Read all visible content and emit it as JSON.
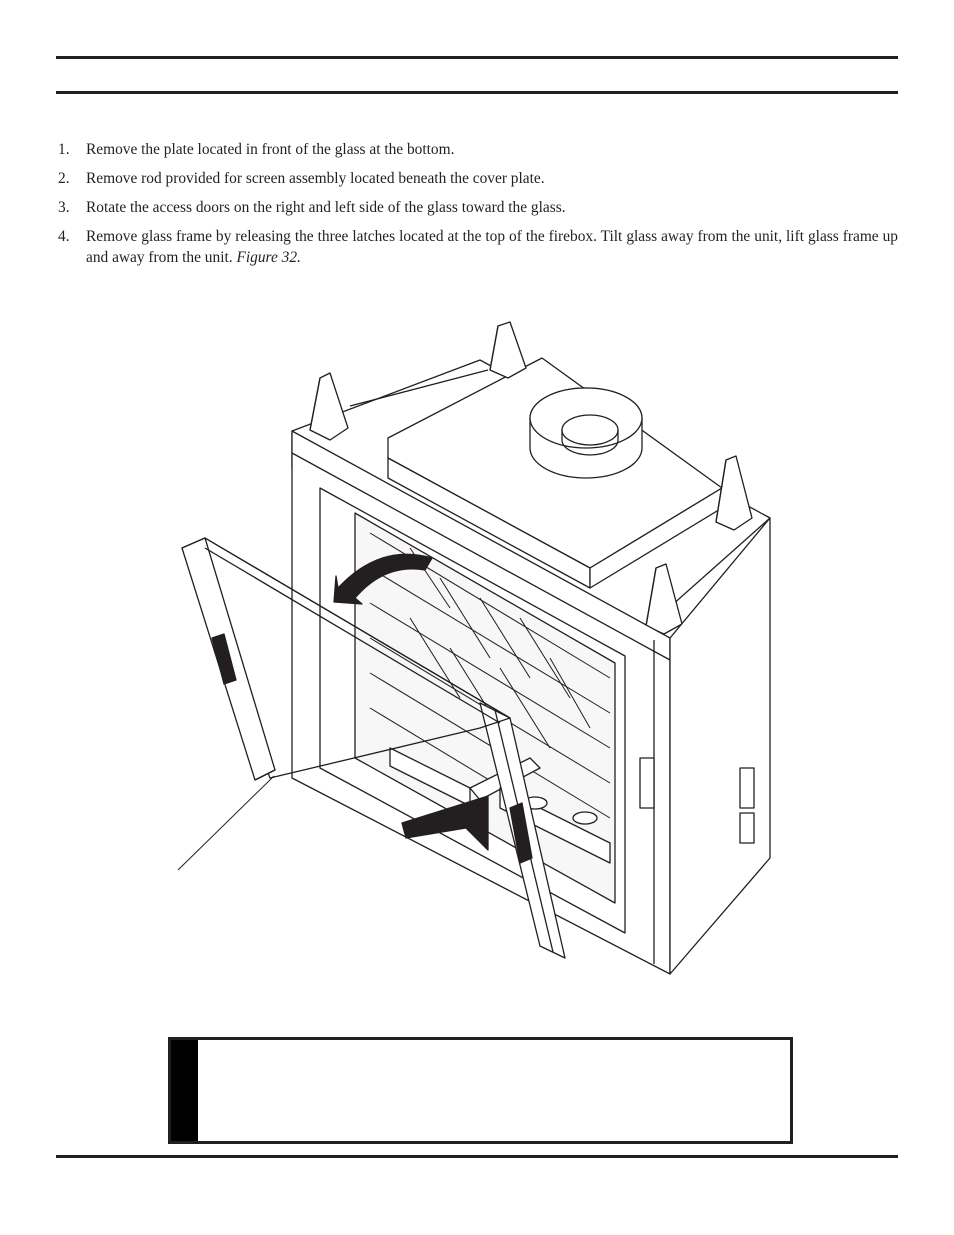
{
  "instructions": {
    "steps": [
      {
        "number": "1.",
        "text": "Remove the plate located in front of the glass at the bottom."
      },
      {
        "number": "2.",
        "text": "Remove rod provided for screen assembly located beneath the cover plate."
      },
      {
        "number": "3.",
        "text": "Rotate the access doors on the right and left side of the glass toward the glass."
      },
      {
        "number": "4.",
        "text": "Remove glass frame by releasing the three latches located at the top of the firebox. Tilt glass away from the unit, lift glass frame up and away from the unit.",
        "figure_ref": "Figure 32."
      }
    ]
  }
}
